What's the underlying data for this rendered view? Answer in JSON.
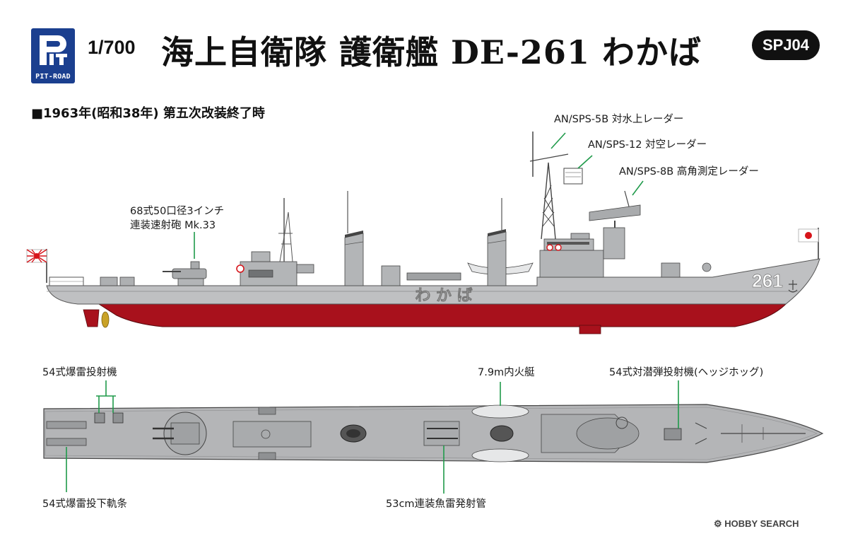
{
  "header": {
    "logo_text": "PIT-ROAD",
    "scale": "1/700",
    "title": "海上自衛隊 護衛艦 DE-261 わかば",
    "product_code": "SPJ04"
  },
  "subtitle": "■1963年(昭和38年) 第五次改装終了時",
  "side_view": {
    "labels": {
      "radar_sps5b": "AN/SPS-5B 対水上レーダー",
      "radar_sps12": "AN/SPS-12 対空レーダー",
      "radar_sps8b": "AN/SPS-8B 高角測定レーダー",
      "gun_line1": "68式50口径3インチ",
      "gun_line2": "連装速射砲 Mk.33"
    },
    "hull_number": "261",
    "ship_name": "わ か ば"
  },
  "top_view": {
    "labels": {
      "depth_charge_thrower": "54式爆雷投射機",
      "motor_boat": "7.9m内火艇",
      "hedgehog": "54式対潜弾投射機(ヘッジホッグ)",
      "depth_charge_rail": "54式爆雷投下軌条",
      "torpedo_tubes": "53cm連装魚雷発射管"
    }
  },
  "footer": "HOBBY SEARCH",
  "colors": {
    "hull_gray": "#bfc0c2",
    "hull_red": "#a8111c",
    "deck_gray": "#b4b5b7",
    "logo_blue": "#1b3f8f",
    "pointer_green": "#1f9a4a"
  }
}
